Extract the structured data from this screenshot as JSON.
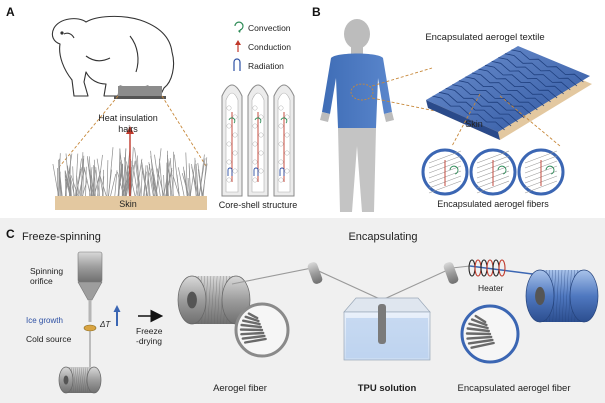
{
  "panel_a": {
    "letter": "A",
    "hairs_label_line1": "Heat insulation",
    "hairs_label_line2": "hairs",
    "skin_label": "Skin",
    "core_shell_label": "Core-shell structure",
    "legend": {
      "convection": "Convection",
      "conduction": "Conduction",
      "radiation": "Radiation"
    }
  },
  "panel_b": {
    "letter": "B",
    "textile_label": "Encapsulated aerogel textile",
    "skin_label": "Skin",
    "fibers_label": "Encapsulated aerogel fibers"
  },
  "panel_c": {
    "letter": "C",
    "freeze_spinning": "Freeze-spinning",
    "encapsulating": "Encapsulating",
    "spinning_orifice_line1": "Spinning",
    "spinning_orifice_line2": "orifice",
    "ice_growth": "Ice growth",
    "delta_t": "ΔT",
    "cold_source": "Cold source",
    "freeze_drying_line1": "Freeze",
    "freeze_drying_line2": "-drying",
    "heater": "Heater",
    "aerogel_fiber": "Aerogel fiber",
    "tpu_solution": "TPU solution",
    "encapsulated_fiber": "Encapsulated aerogel fiber"
  },
  "colors": {
    "blue": "#3b66b3",
    "blue_light": "#8fb0dd",
    "skin": "#e3c8a0",
    "grey": "#8a8a8a",
    "panel_c_bg": "#f0f0f0",
    "heater_red": "#c0392b"
  }
}
